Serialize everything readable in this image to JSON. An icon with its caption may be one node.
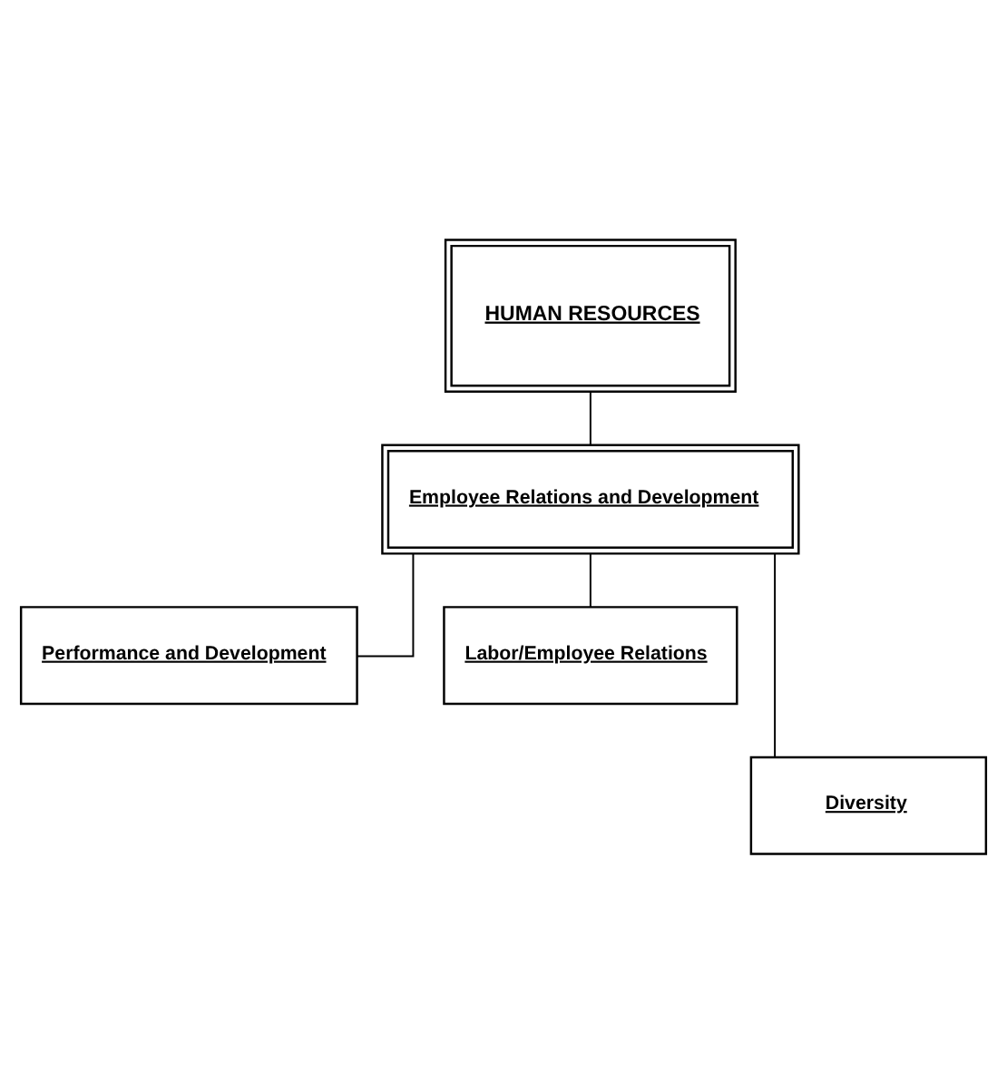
{
  "diagram": {
    "nodes": [
      {
        "text": [
          "HUMAN RESOURCES"
        ]
      },
      {
        "text": [
          "Employee Relations and Development"
        ]
      },
      {
        "text": [
          "Performance and Development"
        ]
      },
      {
        "text": [
          "Labor/Employee Relations"
        ]
      },
      {
        "text": [
          "Diversity"
        ]
      }
    ],
    "edges": [
      {
        "from": 0,
        "to": 1,
        "arrow": "none"
      },
      {
        "from": 1,
        "to": 2,
        "arrow": "none"
      },
      {
        "from": 1,
        "to": 3,
        "arrow": "none"
      },
      {
        "from": 1,
        "to": 4,
        "arrow": "none"
      }
    ]
  }
}
